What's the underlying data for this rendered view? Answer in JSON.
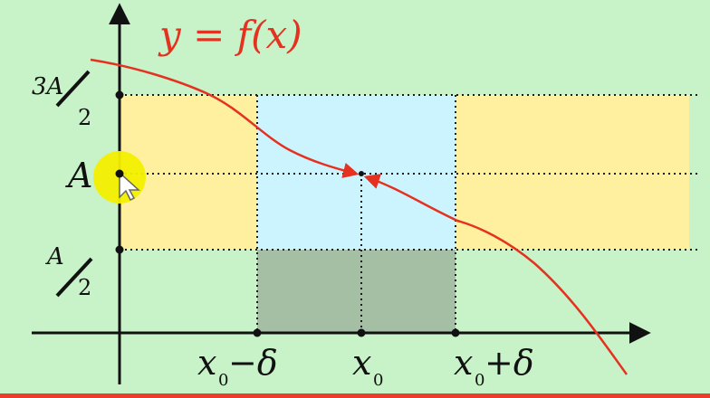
{
  "diagram": {
    "function_label": "y = f(x)",
    "y_labels": {
      "three_a_over_2": {
        "numerator": "3A",
        "denominator": "2"
      },
      "a": "A",
      "a_over_2": {
        "numerator": "A",
        "denominator": "2"
      }
    },
    "x_labels": {
      "left": {
        "main": "x",
        "subscript": "0",
        "tail": "−δ"
      },
      "center": {
        "main": "x",
        "subscript": "0"
      },
      "right": {
        "main": "x",
        "subscript": "0",
        "tail": "+δ"
      }
    },
    "colors": {
      "background": "#c8f2c8",
      "curve": "#e53220",
      "yellow_region": "#fff0a0",
      "blue_region": "#ccf4ff",
      "gray_region": "#a5bfa5",
      "axis": "#111111",
      "highlight": "#f4ef00"
    }
  }
}
